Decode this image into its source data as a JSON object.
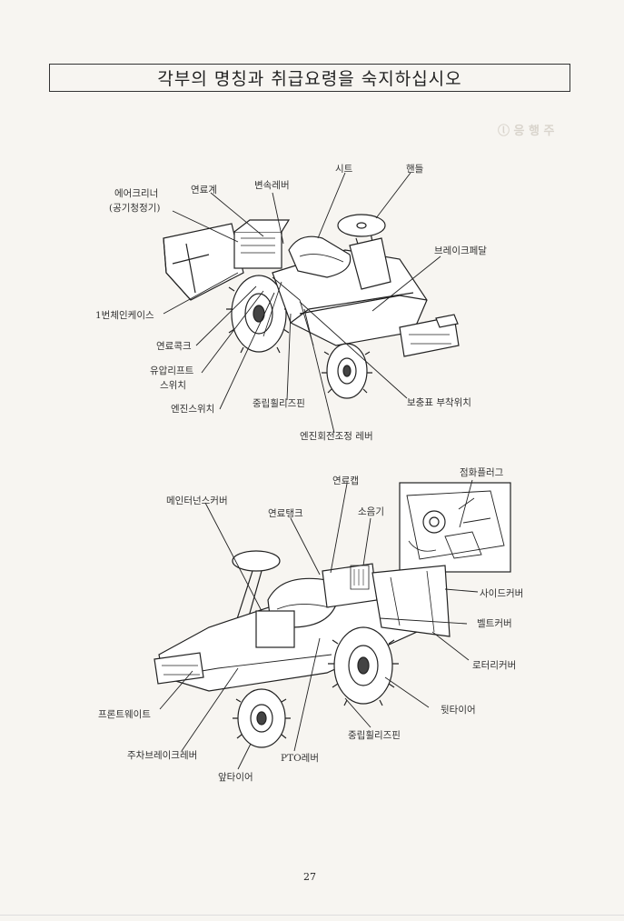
{
  "title": "각부의 명칭과 취급요령을 숙지하십시오",
  "page_number": "27",
  "top_figure": {
    "labels": {
      "air_cleaner": "에어크리너",
      "air_cleaner_sub": "(공기청정기)",
      "fuel_gauge": "연료계",
      "shift_lever": "변속레버",
      "seat": "시트",
      "handle": "핸들",
      "brake_pedal": "브레이크페달",
      "chain_case": "1번체인케이스",
      "fuel_cock": "연료콕크",
      "hydraulic_lift_switch_1": "유압리프트",
      "hydraulic_lift_switch_2": "스위치",
      "engine_switch": "엔진스위치",
      "center_wheel_pin": "중립휠리즈핀",
      "engine_speed_lever": "엔진회전조정 레버",
      "weight_mount": "보충표 부착위치"
    }
  },
  "bottom_figure": {
    "labels": {
      "spark_plug": "점화플러그",
      "fuel_cap": "연료캡",
      "maintenance_cover": "메인터넌스커버",
      "fuel_tank": "연료탱크",
      "muffler": "소음기",
      "side_cover": "사이드커버",
      "belt_cover": "벨트커버",
      "rotary_cover": "로터리커버",
      "front_weight": "프론트웨이트",
      "rear_tire": "뒷타이어",
      "center_wheel_pin": "중립휠리즈핀",
      "parking_brake_lever": "주차브레이크레버",
      "pto_lever": "PTO레버",
      "front_tire": "앞타이어"
    }
  },
  "colors": {
    "ink": "#222222",
    "paper": "#f7f5f1"
  }
}
